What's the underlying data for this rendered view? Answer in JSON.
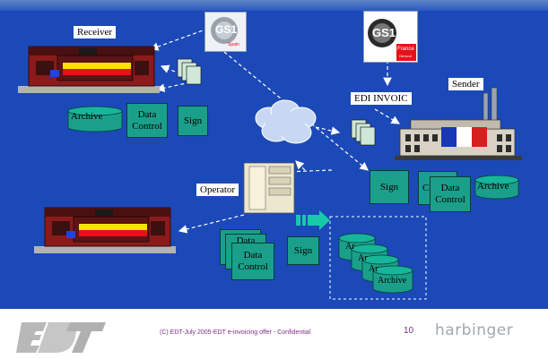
{
  "labels": {
    "receiver": "Receiver",
    "sender": "Sender",
    "edi": "EDI INVOIC",
    "operator": "Operator"
  },
  "receiver_boxes": {
    "archive": "Archive",
    "data_control_1": "Data",
    "data_control_2": "Control",
    "sign": "Sign"
  },
  "sender_boxes": {
    "sign": "Sign",
    "control_partial": "C",
    "data": "Data",
    "control": "Control",
    "archive": "Archive"
  },
  "operator_boxes": {
    "data_back": "Data",
    "data": "Data",
    "control": "Control",
    "sign": "Sign"
  },
  "archive_stack": [
    "Ar",
    "Ar",
    "Ar",
    "Archive"
  ],
  "logos": {
    "gs1_left": "GS1",
    "gs1_left_sub": "Spain",
    "gs1_right": "GS1",
    "gs1_right_sub": "France",
    "gs1_right_sub2": "Gencod"
  },
  "footer": {
    "text": "(C) EDT-July 2005-EDT e-invoicing offer - Confidential",
    "page": "10",
    "brand": "harbinger"
  }
}
